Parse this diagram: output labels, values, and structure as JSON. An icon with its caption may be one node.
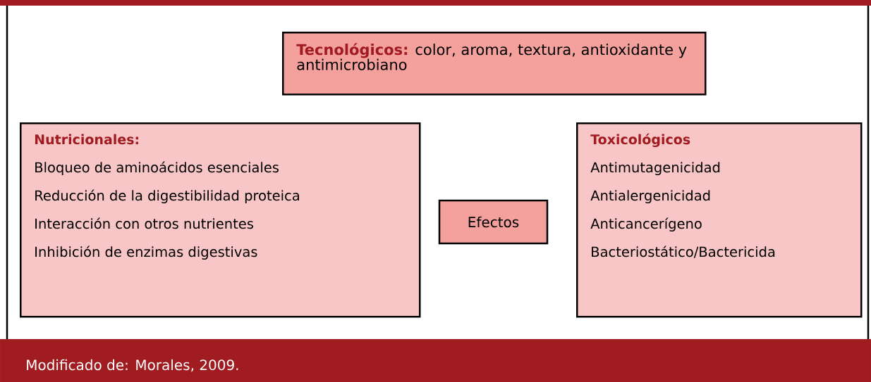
{
  "diagram": {
    "caption": "Modificado de: Morales, 2009.",
    "nodes": [
      {
        "text": [
          "Tecnológicos:",
          "color, aroma, textura, antioxidante y antimicrobiano"
        ]
      },
      {
        "text": [
          "Nutricionales:",
          "Bloqueo de aminoácidos esenciales",
          "Reducción de la digestibilidad proteica",
          "Interacción con otros nutrientes",
          "Inhibición de enzimas digestivas"
        ]
      },
      {
        "text": [
          "Efectos"
        ]
      },
      {
        "text": [
          "Toxicológicos",
          "Antimutagenicidad",
          "Antialergenicidad",
          "Anticancerígeno",
          "Bacteriostático/Bactericida"
        ]
      }
    ]
  }
}
